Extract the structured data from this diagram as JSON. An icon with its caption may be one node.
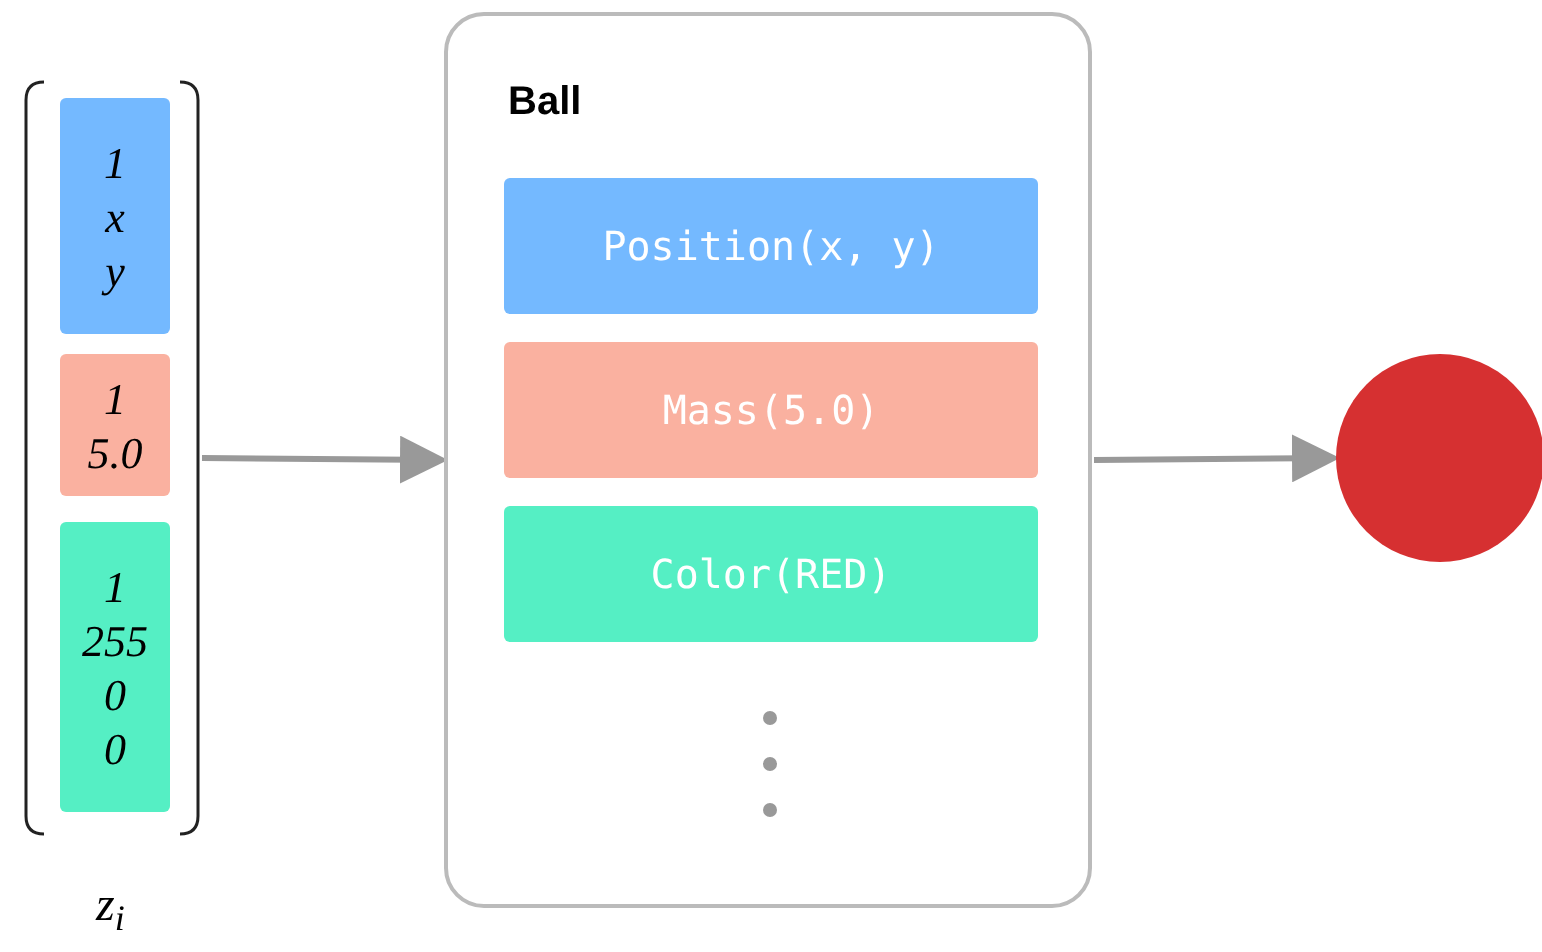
{
  "diagram": {
    "nodes": [
      {
        "text": [],
        "shape": "bracket",
        "beside": [
          "z$_{i}$"
        ]
      },
      {
        "text": [
          "1",
          "x",
          "y"
        ],
        "in": 0
      },
      {
        "text": [
          "1",
          "5.0"
        ],
        "in": 0
      },
      {
        "text": [
          "1",
          "255",
          "0",
          "0"
        ],
        "in": 0
      },
      {
        "text": [
          "Ball"
        ]
      },
      {
        "text": [
          "Position(x, y)"
        ],
        "in": 4
      },
      {
        "text": [
          "Mass(5.0)"
        ],
        "in": 4
      },
      {
        "text": [
          "Color(RED)"
        ],
        "in": 4
      },
      {
        "text": [],
        "shape": "circle"
      }
    ],
    "edges": [
      {
        "from": 0,
        "to": 4,
        "arrow": "to"
      },
      {
        "from": 4,
        "to": 8,
        "arrow": "to"
      }
    ]
  }
}
